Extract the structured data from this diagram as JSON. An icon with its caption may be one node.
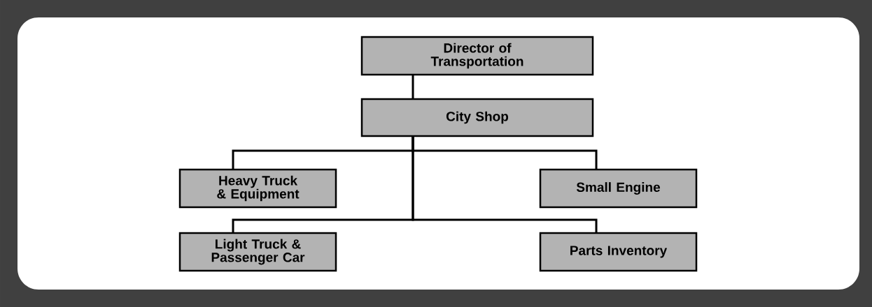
{
  "diagram": {
    "nodes": [
      {
        "text": [
          "Director of Transportation"
        ]
      },
      {
        "text": [
          "City Shop"
        ]
      },
      {
        "text": [
          "Heavy Truck & Equipment"
        ]
      },
      {
        "text": [
          "Small Engine"
        ]
      },
      {
        "text": [
          "Light Truck & Passenger Car"
        ]
      },
      {
        "text": [
          "Parts Inventory"
        ]
      }
    ],
    "edges": [
      {
        "from": 0,
        "to": 1,
        "arrow": "none"
      },
      {
        "from": 1,
        "to": 2,
        "arrow": "none"
      },
      {
        "from": 1,
        "to": 3,
        "arrow": "none"
      },
      {
        "from": 1,
        "to": 4,
        "arrow": "none"
      },
      {
        "from": 1,
        "to": 5,
        "arrow": "none"
      }
    ]
  }
}
